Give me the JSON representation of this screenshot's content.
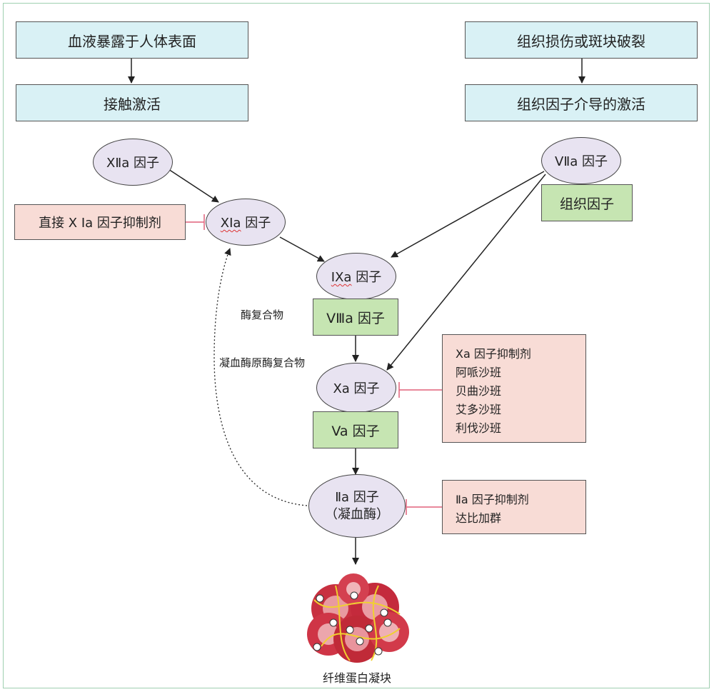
{
  "top_left_1": "血液暴露于人体表面",
  "top_left_2": "接触激活",
  "top_right_1": "组织损伤或斑块破裂",
  "top_right_2": "组织因子介导的激活",
  "f12a": "XⅡa 因子",
  "f11a_prefix": "XIa",
  "f11a_suffix": " 因子",
  "direct_11a_inhibitor": "直接 X Ⅰa 因子抑制剂",
  "f7a": "VⅡa 因子",
  "tissue_factor": "组织因子",
  "f9a_prefix": "IXa",
  "f9a_suffix": " 因子",
  "f8a": "VⅢa 因子",
  "enzyme_complex": "酶复合物",
  "prothrombinase": "凝血酶原酶复合物",
  "f10a": "Xa 因子",
  "f5a": "Va 因子",
  "f10a_inhibitors": {
    "title": "Xa 因子抑制剂",
    "items": [
      "阿哌沙班",
      "贝曲沙班",
      "艾多沙班",
      "利伐沙班"
    ]
  },
  "f2a_line1": "Ⅱa 因子",
  "f2a_line2": "（凝血酶）",
  "f2a_inhibitors": {
    "title": "Ⅱa 因子抑制剂",
    "items": [
      "达比加群"
    ]
  },
  "fibrin_clot": "纤维蛋白凝块",
  "colors": {
    "blue_box": "#d9f1f5",
    "green_box": "#c6e5b2",
    "pink_box": "#f8dcd6",
    "ellipse": "#e8e3f1",
    "inhibitor_line": "#e0607a"
  }
}
